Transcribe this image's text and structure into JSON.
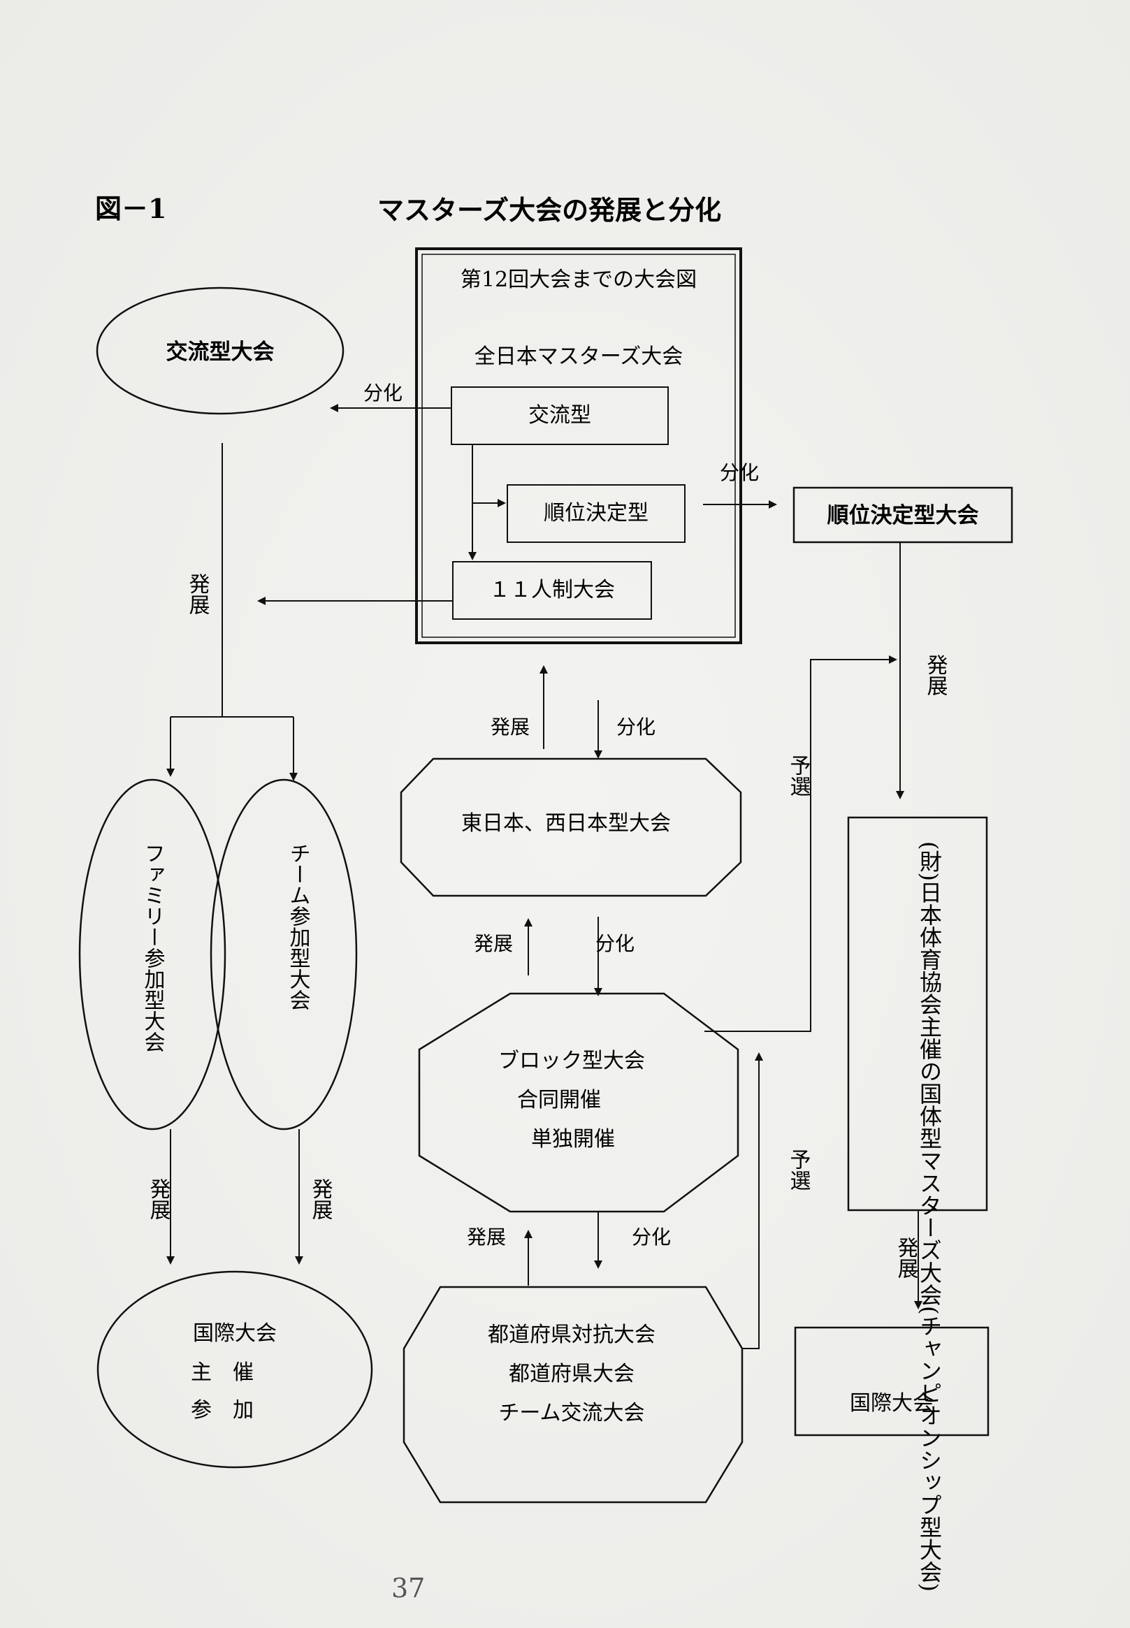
{
  "figure": {
    "label": "図－1",
    "title": "マスターズ大会の発展と分化"
  },
  "inner_box": {
    "heading": "第12回大会までの大会図",
    "subtitle": "全日本マスターズ大会",
    "items": [
      "交流型",
      "順位決定型",
      "１１人制大会"
    ]
  },
  "nodes": {
    "exchange_tournament": "交流型大会",
    "ranking_tournament": "順位決定型大会",
    "east_west": "東日本、西日本型大会",
    "block": [
      "ブロック型大会",
      "合同開催",
      "単独開催"
    ],
    "prefecture": [
      "都道府県対抗大会",
      "都道府県大会",
      "チーム交流大会"
    ],
    "family": "ファミリー参加型大会",
    "team": "チーム参加型大会",
    "national_sports": "(財)日本体育協会主催の国体型マスターズ大会(チャンピオンシップ型大会)",
    "international_left": [
      "国際大会",
      "主　催",
      "参　加"
    ],
    "international_right": "国際大会"
  },
  "edge_labels": {
    "split": "分化",
    "develop": "発展",
    "qualify": "予選"
  },
  "page_number": "37"
}
